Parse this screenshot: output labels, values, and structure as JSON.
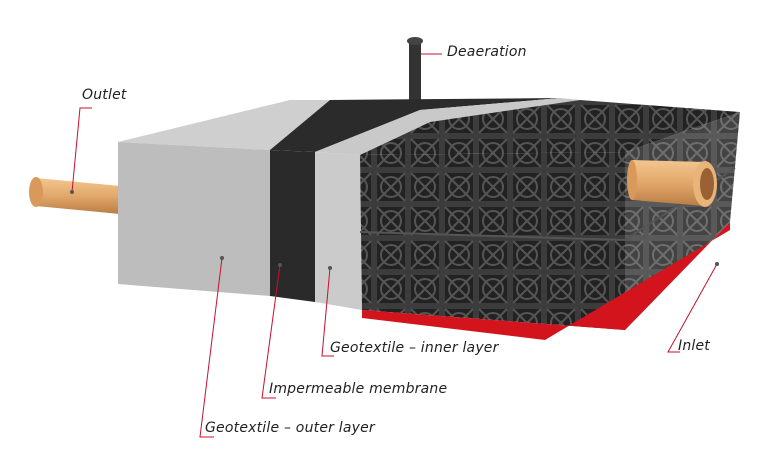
{
  "labels": {
    "deaeration": "Deaeration",
    "outlet": "Outlet",
    "inlet": "Inlet",
    "geotextile_inner": "Geotextile – inner layer",
    "impermeable_membrane": "Impermeable membrane",
    "geotextile_outer": "Geotextile – outer layer"
  },
  "colors": {
    "leader": "#c8102e",
    "base": "#d4141c",
    "geotextile": "#b8b8b8",
    "membrane": "#2b2b2b",
    "crate": "#3a3a3a",
    "pipe": "#e2a86a"
  }
}
